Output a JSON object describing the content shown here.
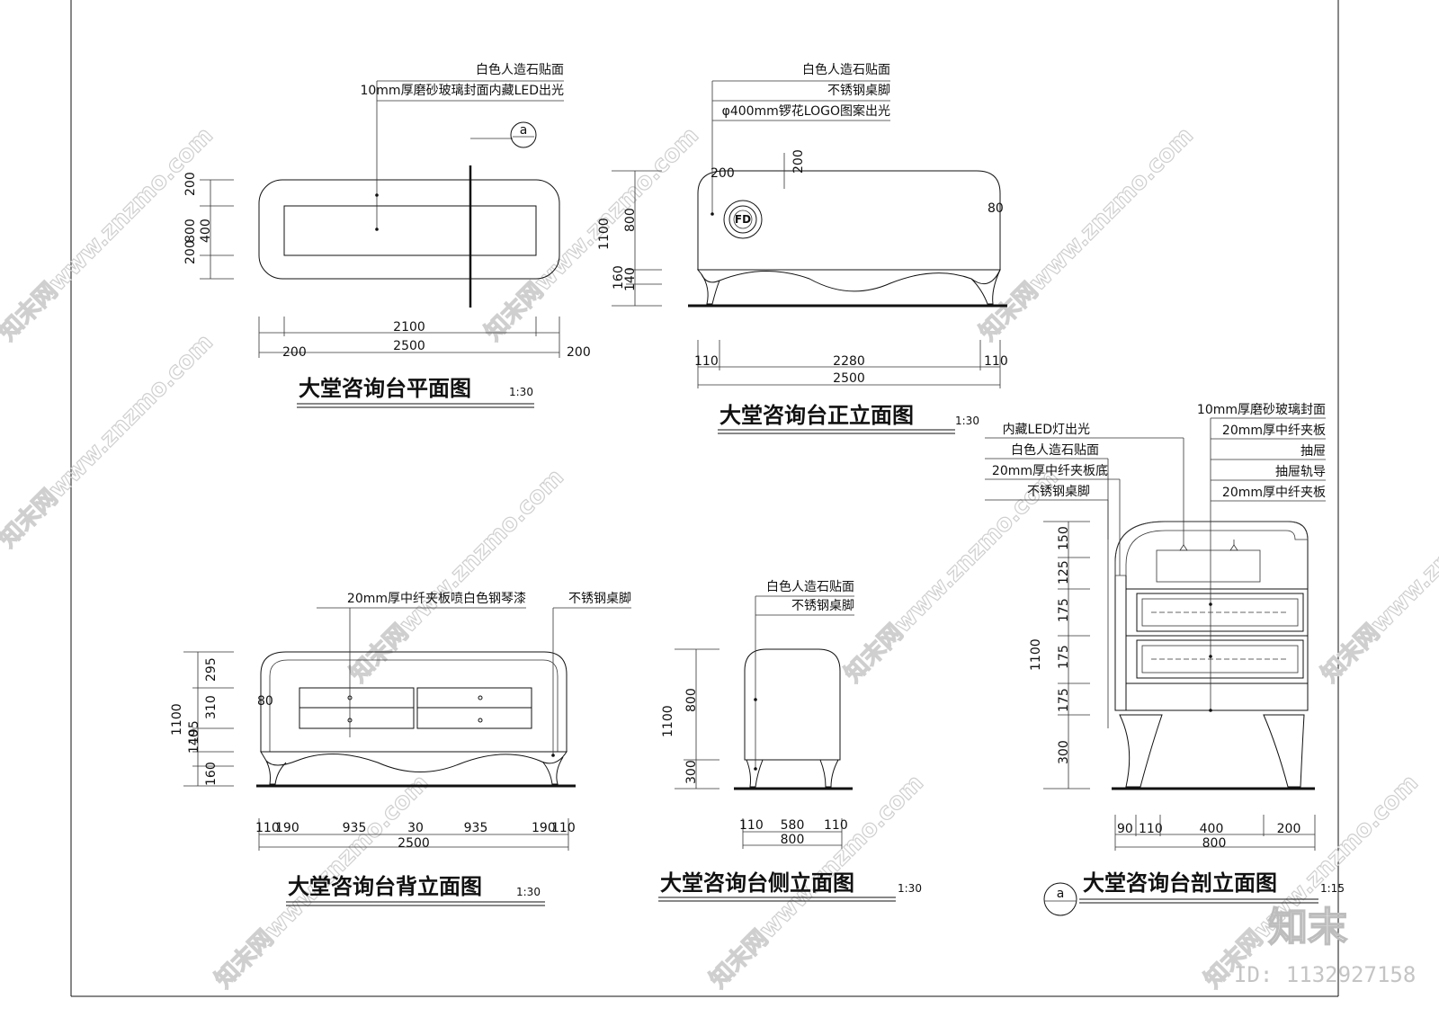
{
  "watermark": {
    "text": "知末网www.znzmo.com"
  },
  "brand": {
    "logo": "知末",
    "id": "ID: 1132927158"
  },
  "plan": {
    "title": "大堂咨询台平面图",
    "scale": "1:30",
    "labels": [
      "白色人造石贴面",
      "10mm厚磨砂玻璃封面内藏LED出光"
    ],
    "section_mark": "a",
    "dims_left": [
      "200",
      "800",
      "400",
      "200"
    ],
    "dims_bottom": [
      "2100",
      "2500",
      "200",
      "200"
    ]
  },
  "front": {
    "title": "大堂咨询台正立面图",
    "scale": "1:30",
    "labels": [
      "白色人造石贴面",
      "不锈钢桌脚",
      "φ400mm锣花LOGO图案出光"
    ],
    "logo_text": "FD",
    "dims_left": [
      "1100",
      "800",
      "160",
      "140"
    ],
    "dims_top": [
      "200",
      "200"
    ],
    "dim_right": "80",
    "dims_bottom": [
      "110",
      "2280",
      "110",
      "2500"
    ]
  },
  "back": {
    "title": "大堂咨询台背立面图",
    "scale": "1:30",
    "labels": [
      "20mm厚中纤夹板喷白色钢琴漆",
      "不锈钢桌脚"
    ],
    "dims_left": [
      "1100",
      "295",
      "310",
      "195",
      "140",
      "160"
    ],
    "dim_left_inner": "80",
    "dims_bottom": [
      "110",
      "190",
      "935",
      "30",
      "935",
      "190",
      "110",
      "2500"
    ]
  },
  "side": {
    "title": "大堂咨询台侧立面图",
    "scale": "1:30",
    "labels": [
      "白色人造石贴面",
      "不锈钢桌脚"
    ],
    "dims_left": [
      "1100",
      "800",
      "300"
    ],
    "dims_bottom": [
      "110",
      "580",
      "110",
      "800"
    ]
  },
  "section": {
    "title": "大堂咨询台剖立面图",
    "scale": "1:15",
    "section_mark": "a",
    "labels_left": [
      "内藏LED灯出光",
      "白色人造石贴面",
      "20mm厚中纤夹板底",
      "不锈钢桌脚"
    ],
    "labels_right": [
      "10mm厚磨砂玻璃封面",
      "20mm厚中纤夹板",
      "抽屉",
      "抽屉轨导",
      "20mm厚中纤夹板"
    ],
    "dims_left": [
      "1100",
      "150",
      "125",
      "175",
      "175",
      "175",
      "300"
    ],
    "dims_bottom": [
      "90",
      "110",
      "400",
      "200",
      "800"
    ]
  }
}
